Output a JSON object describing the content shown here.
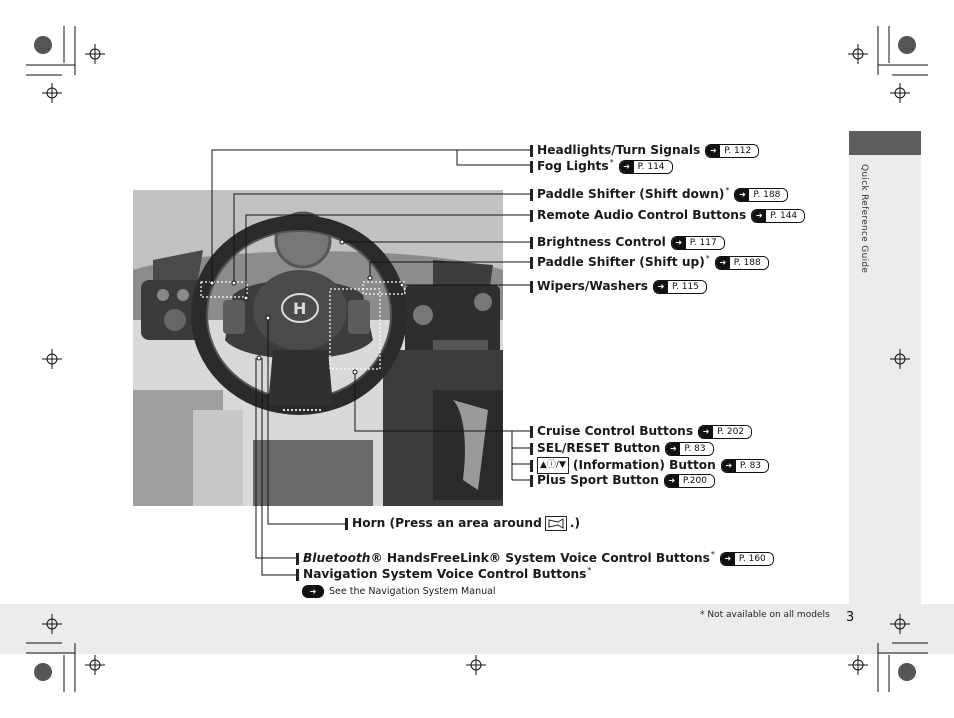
{
  "side_tab": {
    "label": "Quick Reference Guide"
  },
  "page_number": "3",
  "footnote": "* Not available on all models",
  "labels": {
    "headlights": {
      "text": "Headlights/Turn Signals",
      "ref": "P. 112"
    },
    "fog": {
      "text": "Fog Lights",
      "star": "*",
      "ref": "P. 114"
    },
    "paddle_down": {
      "text": "Paddle Shifter (Shift down)",
      "star": "*",
      "ref": "P. 188"
    },
    "remote_audio": {
      "text": "Remote Audio Control Buttons",
      "ref": "P. 144"
    },
    "brightness": {
      "text": "Brightness Control",
      "ref": "P. 117"
    },
    "paddle_up": {
      "text": "Paddle Shifter (Shift up)",
      "star": "*",
      "ref": "P. 188"
    },
    "wipers": {
      "text": "Wipers/Washers",
      "ref": "P. 115"
    },
    "cruise": {
      "text": "Cruise Control Buttons",
      "ref": "P. 202"
    },
    "sel_reset": {
      "text": "SEL/RESET Button",
      "ref": "P. 83"
    },
    "information": {
      "icon_text": "▲ⓘ/▼",
      "text": "(Information) Button",
      "ref": "P. 83"
    },
    "plus_sport": {
      "text": "Plus Sport Button",
      "ref": "P.200"
    },
    "horn": {
      "text_before": "Horn (Press an area around",
      "text_after": ".)"
    },
    "bluetooth": {
      "text_italic": "Bluetooth",
      "text": "® HandsFreeLink® System Voice Control Buttons",
      "star": "*",
      "ref": "P. 160"
    },
    "navigation": {
      "text": "Navigation System Voice Control Buttons",
      "star": "*"
    },
    "nav_manual": {
      "text": "See the Navigation System Manual"
    }
  }
}
